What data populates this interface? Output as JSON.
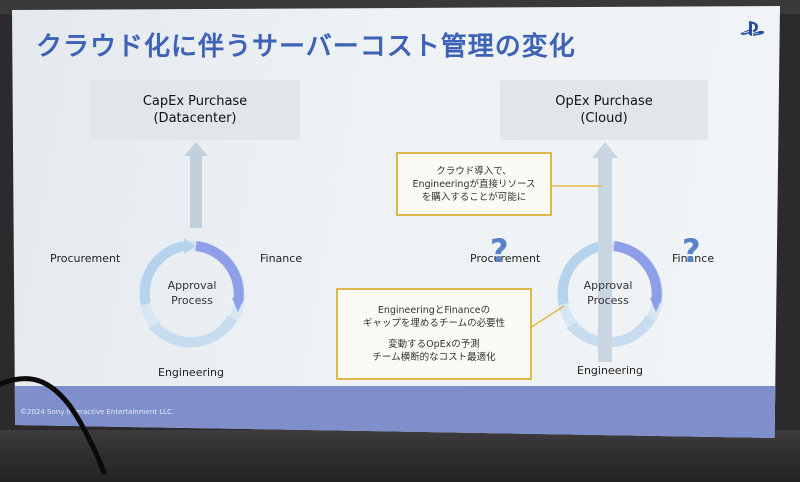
{
  "title": "クラウド化に伴うサーバーコスト管理の変化",
  "left": {
    "header_line1": "CapEx Purchase",
    "header_line2": "(Datacenter)",
    "cycle_line1": "Approval",
    "cycle_line2": "Process",
    "label_left": "Procurement",
    "label_right": "Finance",
    "label_bottom": "Engineering"
  },
  "right": {
    "header_line1": "OpEx Purchase",
    "header_line2": "(Cloud)",
    "cycle_line1": "Approval",
    "cycle_line2": "Process",
    "label_left": "Procurement",
    "label_right": "Finance",
    "label_bottom": "Engineering",
    "question_left": "?",
    "question_right": "?"
  },
  "note_top": {
    "line1": "クラウド導入で、",
    "line2": "Engineeringが直接リソース",
    "line3": "を購入することが可能に"
  },
  "note_bottom": {
    "line1": "EngineeringとFinanceの",
    "line2": "ギャップを埋めるチームの必要性",
    "line3": "変動するOpExの予測",
    "line4": "チーム横断的なコスト最適化"
  },
  "footer": "©2024 Sony Interactive Entertainment LLC.",
  "colors": {
    "title": "#3e62b6",
    "accent_blue": "#8e9ee8",
    "note_border": "#e0b84a",
    "footer_band": "#7f8fcc"
  },
  "icons": [
    "playstation-logo-icon",
    "up-arrow-icon",
    "cycle-arrows-icon",
    "question-mark-icon"
  ]
}
